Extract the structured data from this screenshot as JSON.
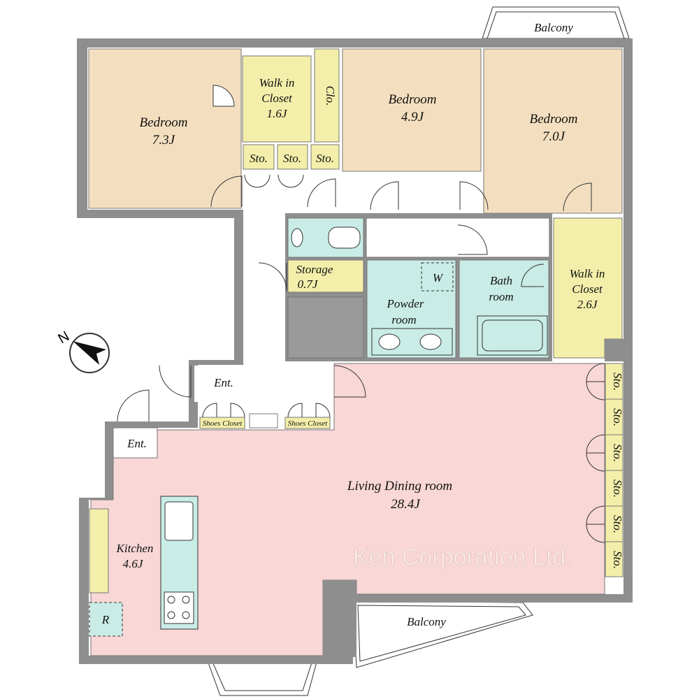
{
  "colors": {
    "wall": "#8e8e8e",
    "bedroom": "#f3dfbf",
    "closet": "#f3efaa",
    "wet": "#c9ece6",
    "living": "#f8d7d6",
    "storage_gray": "#9a9a9a"
  },
  "watermark": "Ken Corporation Ltd.",
  "rooms": {
    "bedroom1": {
      "name": "Bedroom",
      "size": "7.3J"
    },
    "wic1": {
      "name1": "Walk in",
      "name2": "Closet",
      "size": "1.6J"
    },
    "clo": {
      "name": "Clo."
    },
    "bedroom2": {
      "name": "Bedroom",
      "size": "4.9J"
    },
    "bedroom3": {
      "name": "Bedroom",
      "size": "7.0J"
    },
    "sto_top": [
      "Sto.",
      "Sto.",
      "Sto."
    ],
    "storage": {
      "name": "Storage",
      "size": "0.7J"
    },
    "powder": {
      "name1": "Powder",
      "name2": "room"
    },
    "washer": {
      "name": "W"
    },
    "bath": {
      "name1": "Bath",
      "name2": "room"
    },
    "wic2": {
      "name1": "Walk in",
      "name2": "Closet",
      "size": "2.6J"
    },
    "ent1": {
      "name": "Ent."
    },
    "ent2": {
      "name": "Ent."
    },
    "shoes": [
      "Shoes Closet",
      "Shoes Closet"
    ],
    "sto_right": [
      "Sto.",
      "Sto.",
      "Sto.",
      "Sto.",
      "Sto.",
      "Sto."
    ],
    "living": {
      "name": "Living Dining room",
      "size": "28.4J"
    },
    "kitchen": {
      "name": "Kitchen",
      "size": "4.6J"
    },
    "fridge": {
      "name": "R"
    },
    "balcony_top": {
      "name": "Balcony"
    },
    "balcony_bottom": {
      "name": "Balcony"
    }
  },
  "compass": {
    "label": "N"
  }
}
